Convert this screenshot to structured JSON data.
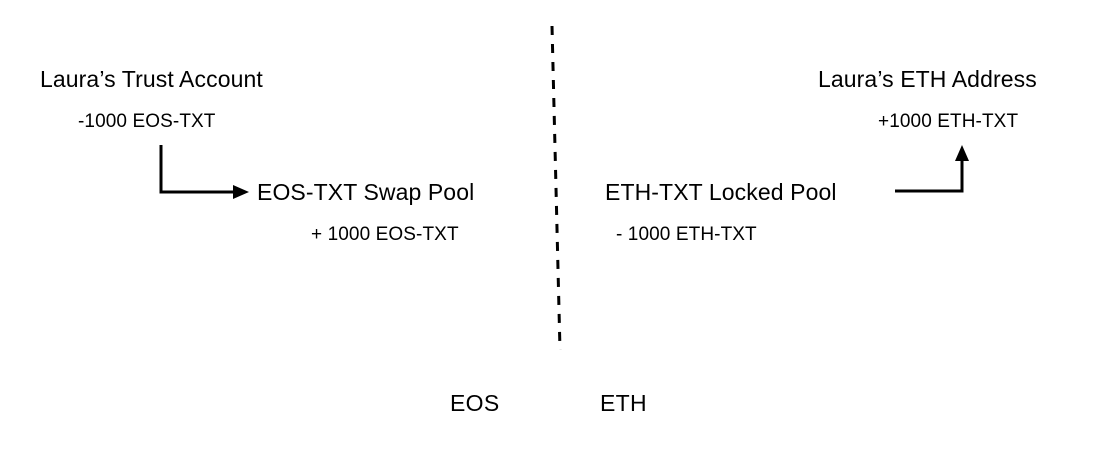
{
  "diagram": {
    "title_present": false,
    "background_color": "#ffffff",
    "stroke_color": "#000000",
    "divider": {
      "name": "chain-divider",
      "style": "dashed-vertical"
    },
    "left_chain": {
      "chain_label": "EOS",
      "source": {
        "label": "Laura’s Trust Account",
        "amount": "-1000 EOS-TXT"
      },
      "destination": {
        "label": "EOS-TXT Swap Pool",
        "amount": "+ 1000 EOS-TXT"
      },
      "arrow": "elbow-down-right"
    },
    "right_chain": {
      "chain_label": "ETH",
      "source": {
        "label": "ETH-TXT Locked Pool",
        "amount": "- 1000 ETH-TXT"
      },
      "destination": {
        "label": "Laura’s ETH Address",
        "amount": "+1000 ETH-TXT"
      },
      "arrow": "elbow-right-up"
    }
  }
}
